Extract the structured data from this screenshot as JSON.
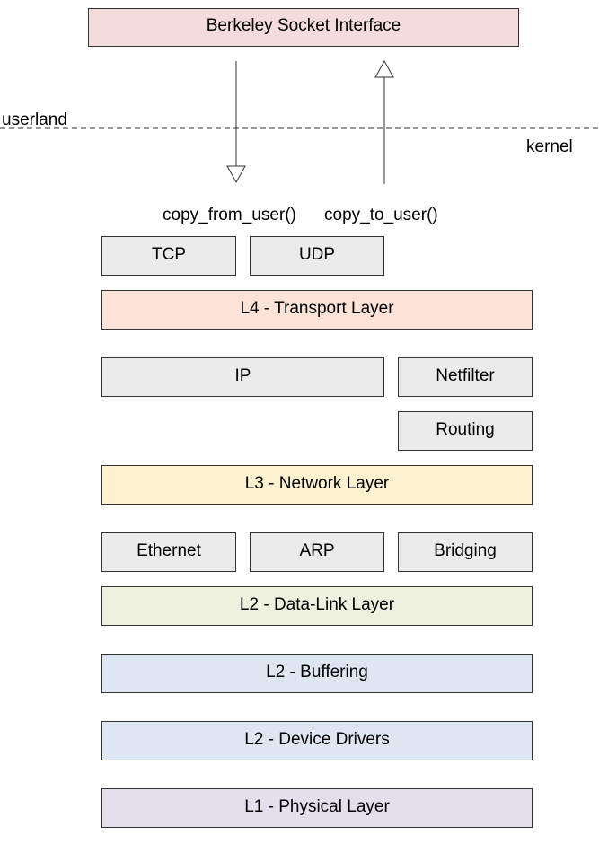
{
  "socket_interface": {
    "label": "Berkeley Socket Interface",
    "color": "#f4dcdc"
  },
  "boundary": {
    "userland_label": "userland",
    "kernel_label": "kernel"
  },
  "copy_calls": {
    "from_user": "copy_from_user()",
    "to_user": "copy_to_user()"
  },
  "blocks": {
    "tcp": "TCP",
    "udp": "UDP",
    "l4": "L4 - Transport Layer",
    "ip": "IP",
    "netfilter": "Netfilter",
    "routing": "Routing",
    "l3": "L3 - Network Layer",
    "ethernet": "Ethernet",
    "arp": "ARP",
    "bridging": "Bridging",
    "l2_datalink": "L2 - Data-Link Layer",
    "l2_buffering": "L2 - Buffering",
    "l2_drivers": "L2 - Device Drivers",
    "l1": "L1 - Physical Layer"
  },
  "colors": {
    "protocol": "#ebebeb",
    "l4": "#fce3d8",
    "l3": "#fdf2d0",
    "l2_datalink": "#edf1dd",
    "l2_lower": "#dde6f1",
    "l1": "#e5dfeb"
  }
}
